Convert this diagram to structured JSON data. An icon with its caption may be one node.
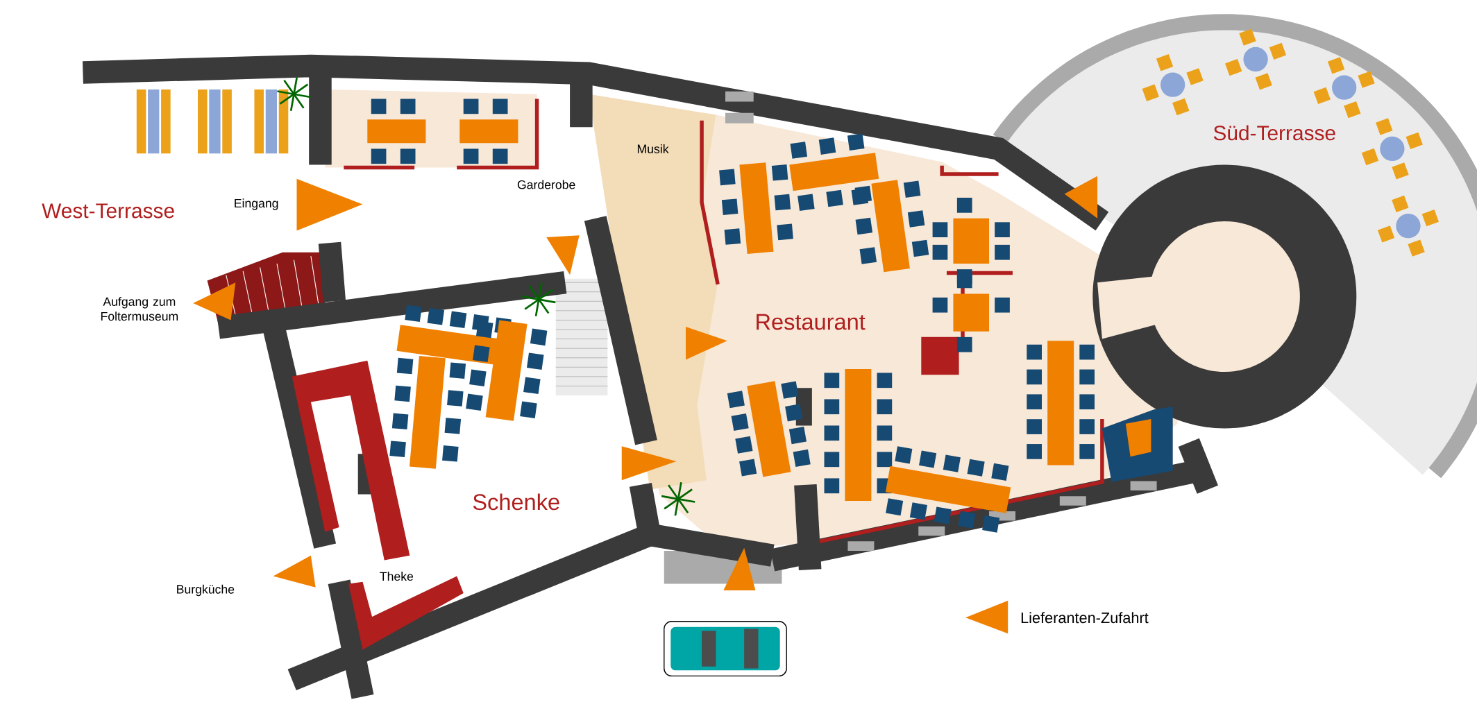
{
  "diagram": {
    "labels": [
      "West-Terrasse",
      "Eingang",
      "Garderobe",
      "Musik",
      "Süd-Terrasse",
      "Aufgang zum Foltermuseum",
      "Restaurant",
      "Schenke",
      "Theke",
      "Burgküche"
    ],
    "legend": [
      {
        "text": "Lieferanten-Zufahrt"
      }
    ]
  }
}
